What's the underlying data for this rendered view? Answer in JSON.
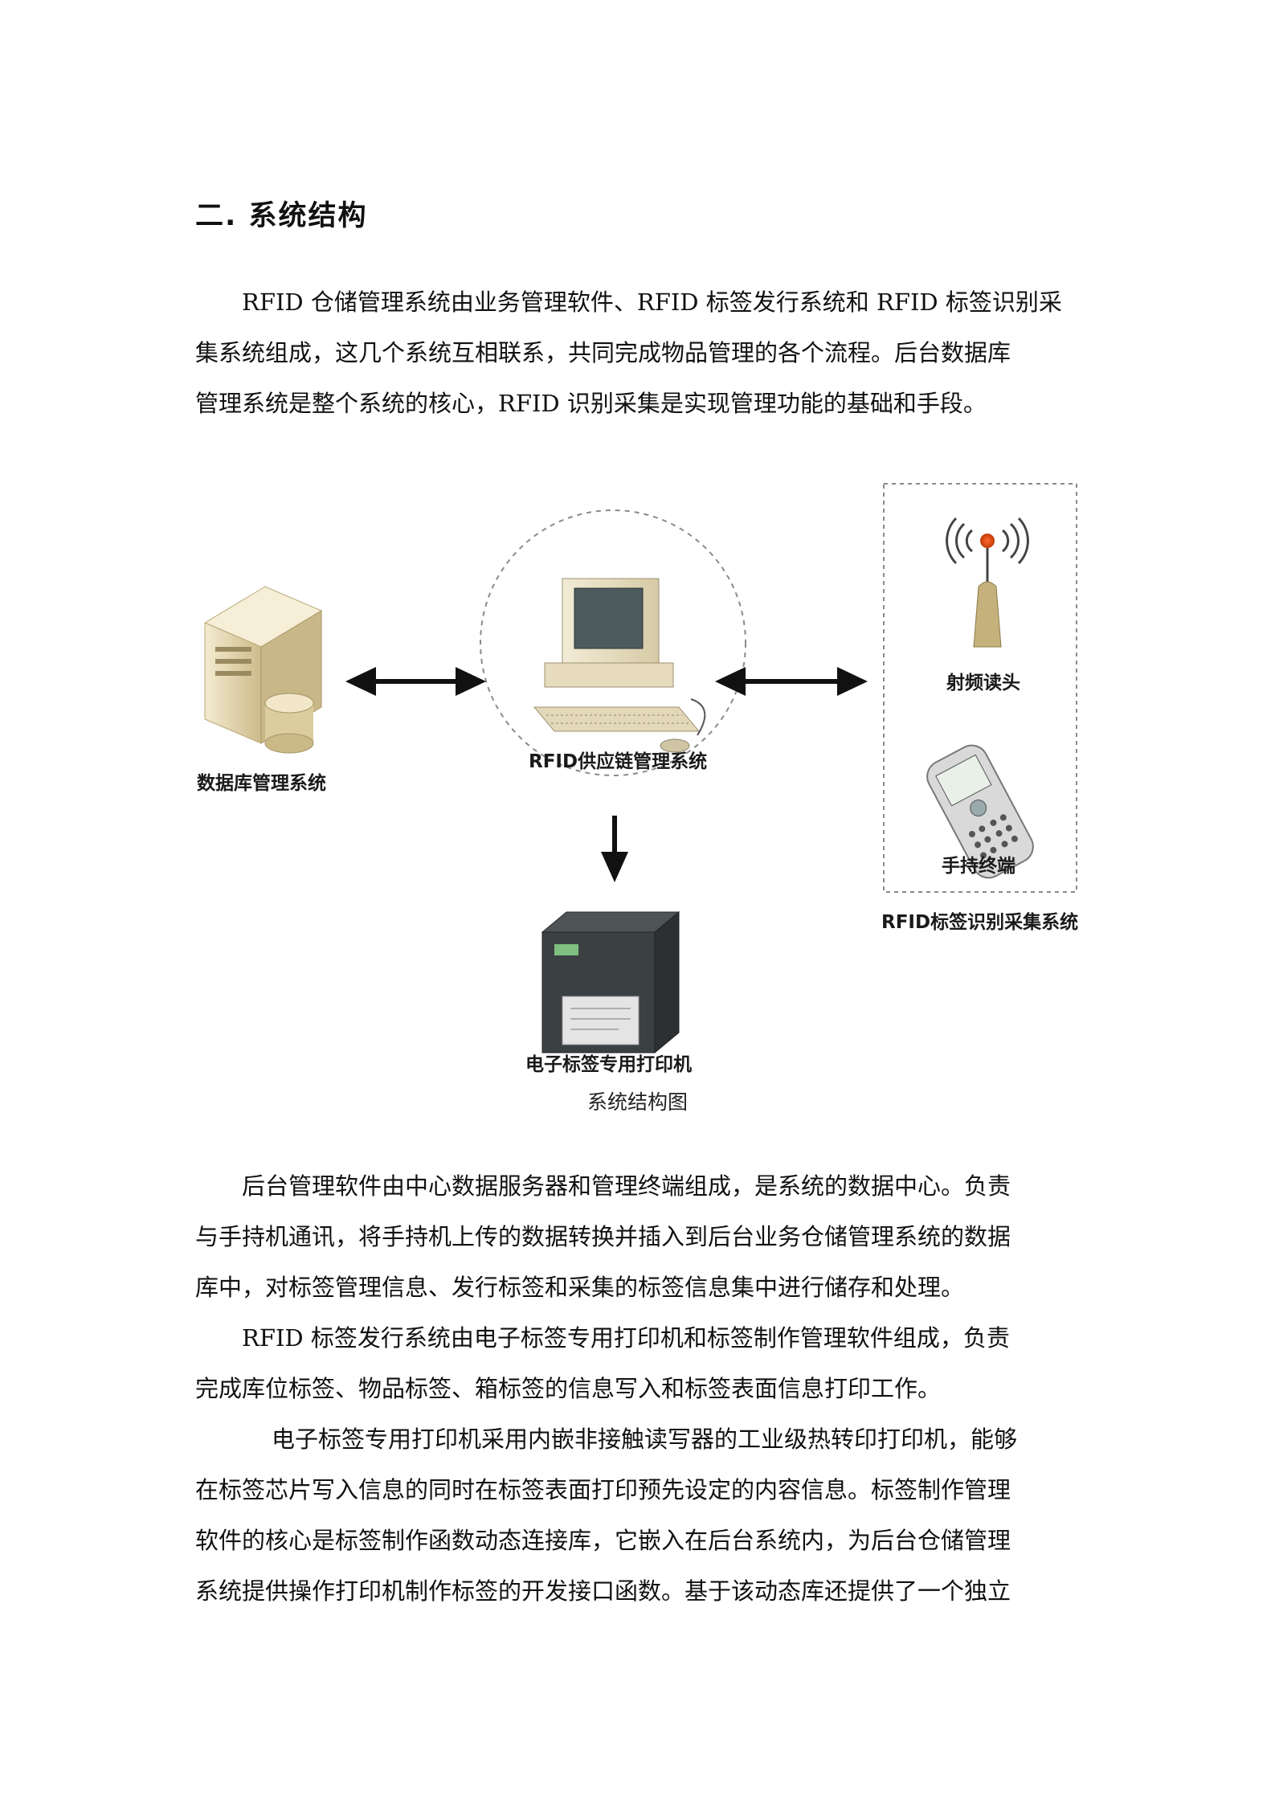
{
  "heading": "二. 系统结构",
  "intro": {
    "lines": [
      "RFID 仓储管理系统由业务管理软件、RFID 标签发行系统和 RFID 标签识别采",
      "集系统组成，这几个系统互相联系，共同完成物品管理的各个流程。后台数据库",
      "管理系统是整个系统的核心，RFID 识别采集是实现管理功能的基础和手段。"
    ]
  },
  "diagram": {
    "labels": {
      "database": "数据库管理系统",
      "supply_chain": "RFID供应链管理系统",
      "rf_reader": "射频读头",
      "handheld": "手持终端",
      "rfid_collect": "RFID标签识别采集系统",
      "printer": "电子标签专用打印机"
    },
    "caption": "系统结构图"
  },
  "body": {
    "para1": [
      "后台管理软件由中心数据服务器和管理终端组成，是系统的数据中心。负责",
      "与手持机通讯，将手持机上传的数据转换并插入到后台业务仓储管理系统的数据",
      "库中，对标签管理信息、发行标签和采集的标签信息集中进行储存和处理。"
    ],
    "para2": [
      "RFID 标签发行系统由电子标签专用打印机和标签制作管理软件组成，负责",
      "完成库位标签、物品标签、箱标签的信息写入和标签表面信息打印工作。"
    ],
    "para3": [
      "电子标签专用打印机采用内嵌非接触读写器的工业级热转印打印机，能够",
      "在标签芯片写入信息的同时在标签表面打印预先设定的内容信息。标签制作管理",
      "软件的核心是标签制作函数动态连接库，它嵌入在后台系统内，为后台仓储管理",
      "系统提供操作打印机制作标签的开发接口函数。基于该动态库还提供了一个独立"
    ]
  }
}
